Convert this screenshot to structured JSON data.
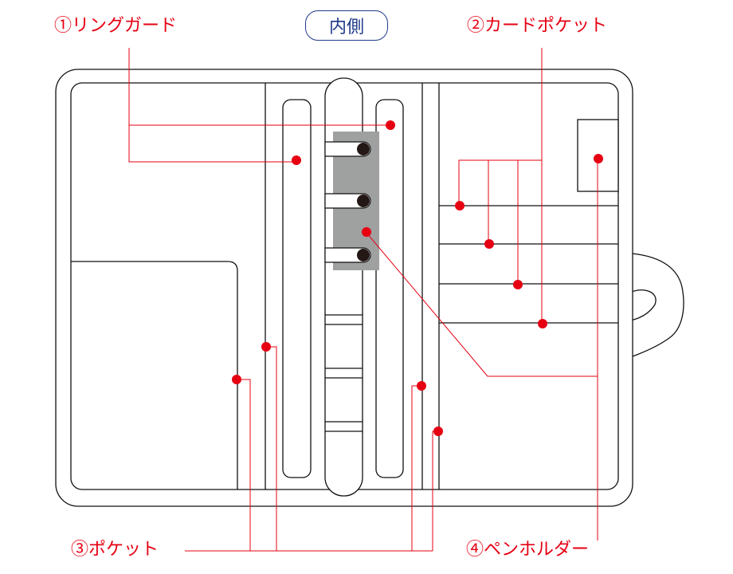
{
  "title_badge": "内側",
  "labels": {
    "ring_guard": "①リングガード",
    "card_pocket": "②カードポケット",
    "pocket": "③ポケット",
    "pen_holder": "④ペンホルダー"
  },
  "colors": {
    "callout": "#e60012",
    "outline": "#111111",
    "badge": "#1f3a8a",
    "ring_plate": "#9fa0a0"
  }
}
